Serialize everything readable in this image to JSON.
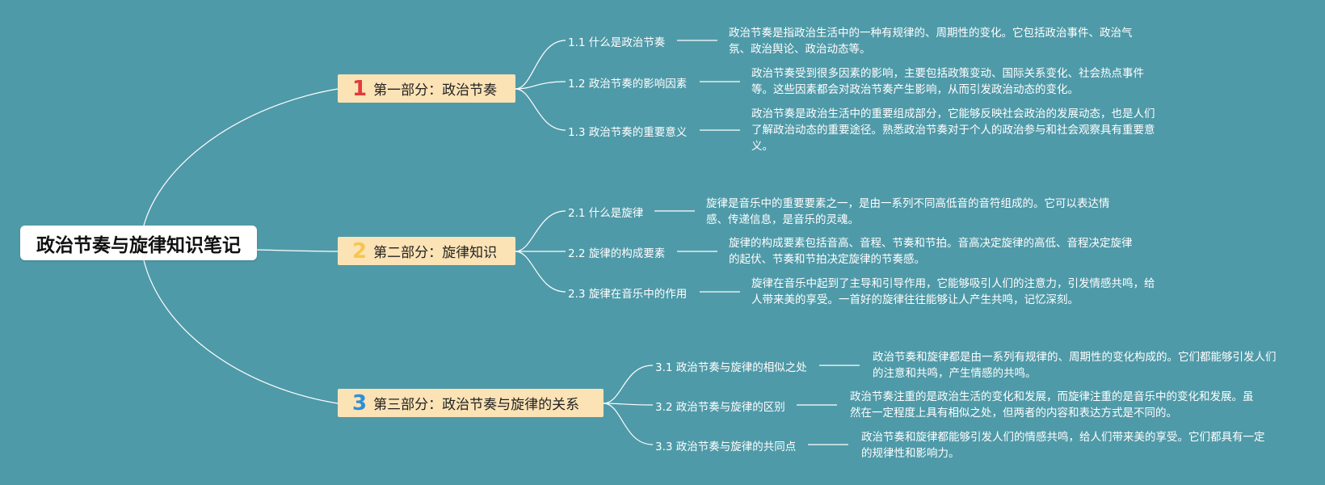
{
  "root": {
    "label": "政治节奏与旋律知识笔记"
  },
  "sections": [
    {
      "number": "1",
      "number_color": "#e23b3b",
      "label": "第一部分：政治节奏",
      "items": [
        {
          "label": "1.1 什么是政治节奏",
          "desc": "政治节奏是指政治生活中的一种有规律的、周期性的变化。它包括政治事件、政治气氛、政治舆论、政治动态等。"
        },
        {
          "label": "1.2 政治节奏的影响因素",
          "desc": "政治节奏受到很多因素的影响，主要包括政策变动、国际关系变化、社会热点事件等。这些因素都会对政治节奏产生影响，从而引发政治动态的变化。"
        },
        {
          "label": "1.3 政治节奏的重要意义",
          "desc": "政治节奏是政治生活中的重要组成部分，它能够反映社会政治的发展动态，也是人们了解政治动态的重要途径。熟悉政治节奏对于个人的政治参与和社会观察具有重要意义。"
        }
      ]
    },
    {
      "number": "2",
      "number_color": "#f6c64d",
      "label": "第二部分：旋律知识",
      "items": [
        {
          "label": "2.1 什么是旋律",
          "desc": "旋律是音乐中的重要要素之一，是由一系列不同高低音的音符组成的。它可以表达情感、传递信息，是音乐的灵魂。"
        },
        {
          "label": "2.2 旋律的构成要素",
          "desc": "旋律的构成要素包括音高、音程、节奏和节拍。音高决定旋律的高低、音程决定旋律的起伏、节奏和节拍决定旋律的节奏感。"
        },
        {
          "label": "2.3 旋律在音乐中的作用",
          "desc": "旋律在音乐中起到了主导和引导作用，它能够吸引人们的注意力，引发情感共鸣，给人带来美的享受。一首好的旋律往往能够让人产生共鸣，记忆深刻。"
        }
      ]
    },
    {
      "number": "3",
      "number_color": "#2f8fd8",
      "label": "第三部分：政治节奏与旋律的关系",
      "items": [
        {
          "label": "3.1 政治节奏与旋律的相似之处",
          "desc": "政治节奏和旋律都是由一系列有规律的、周期性的变化构成的。它们都能够引发人们的注意和共鸣，产生情感的共鸣。"
        },
        {
          "label": "3.2 政治节奏与旋律的区别",
          "desc": "政治节奏注重的是政治生活的变化和发展，而旋律注重的是音乐中的变化和发展。虽然在一定程度上具有相似之处，但两者的内容和表达方式是不同的。"
        },
        {
          "label": "3.3 政治节奏与旋律的共同点",
          "desc": "政治节奏和旋律都能够引发人们的情感共鸣，给人们带来美的享受。它们都具有一定的规律性和影响力。"
        }
      ]
    }
  ]
}
